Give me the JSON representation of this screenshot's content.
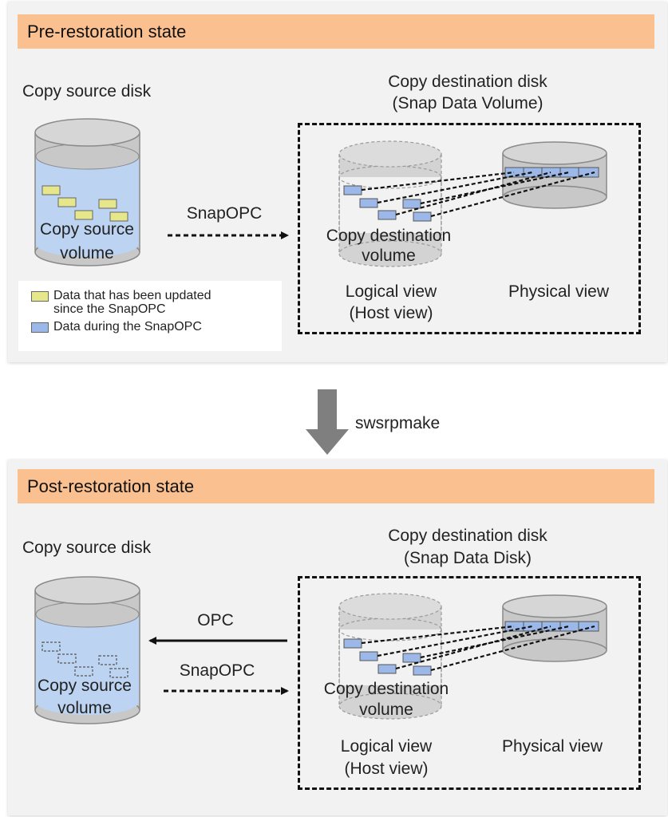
{
  "pre": {
    "header": "Pre-restoration state",
    "source_disk_label": "Copy source disk",
    "dest_disk_label_line1": "Copy destination disk",
    "dest_disk_label_line2": "(Snap Data Volume)",
    "source_volume_line1": "Copy source",
    "source_volume_line2": "volume",
    "dest_volume_line1": "Copy destination",
    "dest_volume_line2": "volume",
    "logical_view_line1": "Logical view",
    "logical_view_line2": "(Host view)",
    "physical_view": "Physical view",
    "copy_arrow_label": "SnapOPC"
  },
  "legend": {
    "updated_line1": "Data that has been updated",
    "updated_line2": "since the SnapOPC",
    "during": "Data during the SnapOPC"
  },
  "transition": {
    "command": "swsrpmake"
  },
  "post": {
    "header": "Post-restoration state",
    "source_disk_label": "Copy source disk",
    "dest_disk_label_line1": "Copy destination disk",
    "dest_disk_label_line2": "(Snap Data Disk)",
    "source_volume_line1": "Copy source",
    "source_volume_line2": "volume",
    "dest_volume_line1": "Copy destination",
    "dest_volume_line2": "volume",
    "logical_view_line1": "Logical view",
    "logical_view_line2": "(Host view)",
    "physical_view": "Physical view",
    "restore_arrow_label": "OPC",
    "copy_arrow_label": "SnapOPC"
  },
  "colors": {
    "header": "#fac090",
    "panel": "#f2f2f2",
    "updated_block": "#e6e68a",
    "snap_block": "#9bb8e8",
    "disk_gray": "#c8c8c8",
    "volume_blue": "#bcd3f2"
  }
}
